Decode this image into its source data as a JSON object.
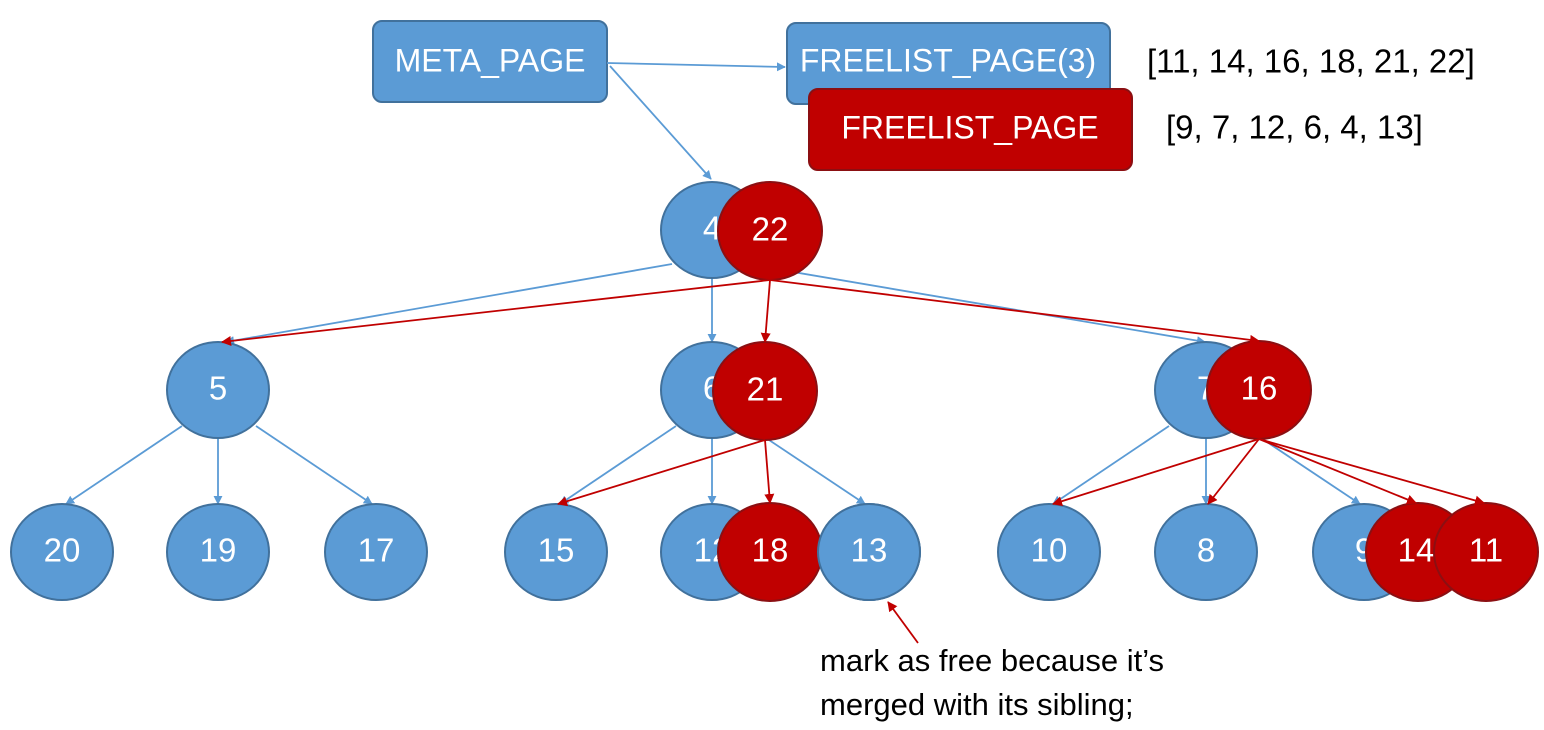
{
  "colors": {
    "blue_fill": "#5b9bd5",
    "blue_stroke": "#41719c",
    "red_fill": "#c00000",
    "red_stroke": "#8b0f12",
    "blue_arrow": "#5b9bd5",
    "red_arrow": "#c00000",
    "text_light": "#ffffff",
    "text_dark": "#000000"
  },
  "boxes": {
    "meta": "META_PAGE",
    "freelist_old": "FREELIST_PAGE(3)",
    "freelist_new": "FREELIST_PAGE"
  },
  "lists": {
    "old_free": "[11, 14, 16, 18, 21, 22]",
    "new_free": "[9, 7, 12, 6, 4, 13]"
  },
  "nodes": {
    "root_old": "4",
    "root_new": "22",
    "n5": "5",
    "n6": "6",
    "n21": "21",
    "n7": "7",
    "n16": "16",
    "n20": "20",
    "n19": "19",
    "n17": "17",
    "n15": "15",
    "n12": "12",
    "n18": "18",
    "n13": "13",
    "n10": "10",
    "n8": "8",
    "n9": "9",
    "n14": "14",
    "n11": "11"
  },
  "note": {
    "line1": "mark as free because it’s",
    "line2": "merged with its sibling;"
  }
}
